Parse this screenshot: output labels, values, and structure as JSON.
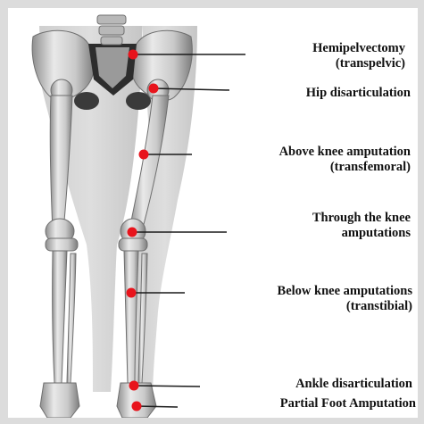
{
  "diagram": {
    "marker_color": "#e8141c",
    "line_color": "#1a1a1a",
    "bone_color": "#bdbdbd",
    "labels": [
      {
        "id": "hemipelvectomy",
        "lines": [
          "Hemipelvectomy",
          "(transpelvic)"
        ]
      },
      {
        "id": "hip",
        "lines": [
          "Hip disarticulation"
        ]
      },
      {
        "id": "above-knee",
        "lines": [
          "Above knee amputation",
          "(transfemoral)"
        ]
      },
      {
        "id": "through-knee",
        "lines": [
          "Through the knee",
          "amputations"
        ]
      },
      {
        "id": "below-knee",
        "lines": [
          "Below knee amputations",
          "(transtibial)"
        ]
      },
      {
        "id": "ankle",
        "lines": [
          "Ankle disarticulation"
        ]
      },
      {
        "id": "partial-foot",
        "lines": [
          "Partial Foot Amputation"
        ]
      }
    ]
  }
}
